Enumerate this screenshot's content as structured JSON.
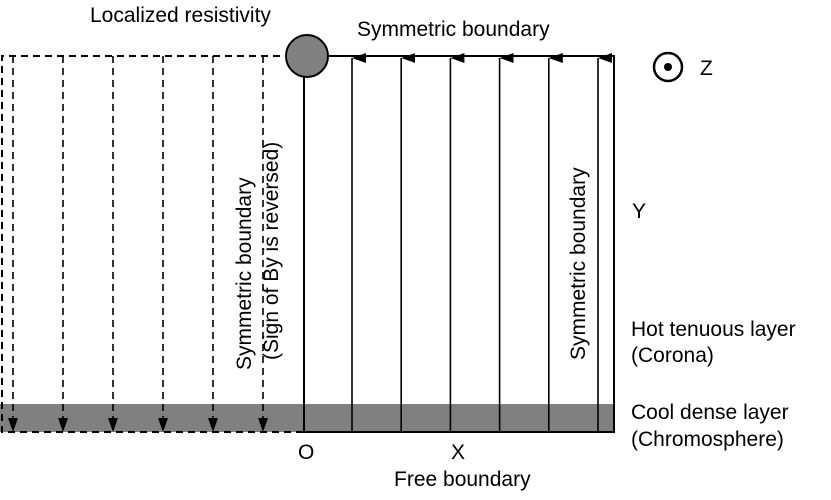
{
  "labels": {
    "localized_resistivity": "Localized resistivity",
    "top_boundary": "Symmetric boundary",
    "z_axis": "Z",
    "y_axis": "Y",
    "right_boundary": "Symmetric boundary",
    "left_boundary_line1": "Symmetric boundary",
    "left_boundary_line2": "(Sign of By is reversed)",
    "hot_layer_line1": "Hot tenuous layer",
    "hot_layer_line2": "(Corona)",
    "cool_layer_line1": "Cool dense layer",
    "cool_layer_line2": "(Chromosphere)",
    "origin": "O",
    "x_axis": "X",
    "bottom_boundary": "Free boundary"
  },
  "colors": {
    "chromosphere_band": "#808080",
    "resistivity_spot": "#808080",
    "line": "#000000"
  },
  "field_lines": {
    "solid_upward_count": 6,
    "dashed_downward_count": 6
  }
}
